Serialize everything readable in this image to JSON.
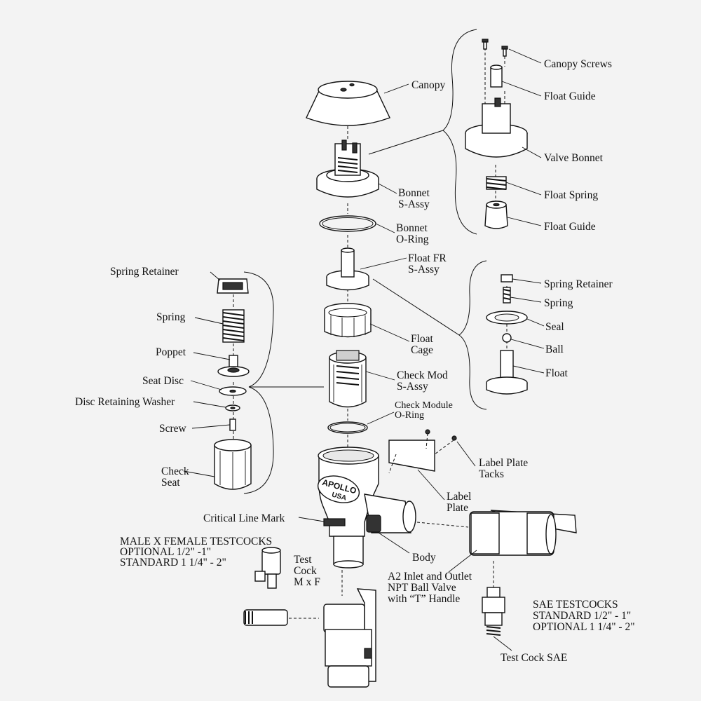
{
  "labels": {
    "canopy": "Canopy",
    "canopy_screws": "Canopy Screws",
    "float_guide_top": "Float Guide",
    "valve_bonnet": "Valve Bonnet",
    "float_spring": "Float Spring",
    "float_guide_bottom": "Float Guide",
    "bonnet_s_assy_1": "Bonnet",
    "bonnet_s_assy_2": "S-Assy",
    "bonnet_oring_1": "Bonnet",
    "bonnet_oring_2": "O-Ring",
    "float_fr_1": "Float FR",
    "float_fr_2": "S-Assy",
    "float_cage_1": "Float",
    "float_cage_2": "Cage",
    "check_mod_1": "Check Mod",
    "check_mod_2": "S-Assy",
    "check_module_oring_1": "Check Module",
    "check_module_oring_2": "O-Ring",
    "spring_retainer_left": "Spring Retainer",
    "spring_left": "Spring",
    "poppet": "Poppet",
    "seat_disc": "Seat Disc",
    "disc_retaining_washer": "Disc Retaining Washer",
    "screw": "Screw",
    "check_seat_1": "Check",
    "check_seat_2": "Seat",
    "spring_retainer_right": "Spring Retainer",
    "spring_right": "Spring",
    "seal": "Seal",
    "ball": "Ball",
    "float": "Float",
    "label_plate_tacks_1": "Label Plate",
    "label_plate_tacks_2": "Tacks",
    "label_plate_1": "Label",
    "label_plate_2": "Plate",
    "critical_line_mark": "Critical Line Mark",
    "body": "Body",
    "testcock_mf_1": "Test",
    "testcock_mf_2": "Cock",
    "testcock_mf_3": "M x F",
    "male_female_note_1": "MALE X FEMALE TESTCOCKS",
    "male_female_note_2": "OPTIONAL 1/2\" -1\"",
    "male_female_note_3": "STANDARD 1 1/4\" - 2\"",
    "ball_valve_1": "A2 Inlet and Outlet",
    "ball_valve_2": "NPT Ball Valve",
    "ball_valve_3": "with “T” Handle",
    "sae_note_1": "SAE TESTCOCKS",
    "sae_note_2": "STANDARD 1/2\" - 1\"",
    "sae_note_3": "OPTIONAL 1 1/4\" - 2\"",
    "test_cock_sae": "Test Cock SAE"
  },
  "body_logo": {
    "brand": "APOLLO",
    "country": "USA"
  }
}
